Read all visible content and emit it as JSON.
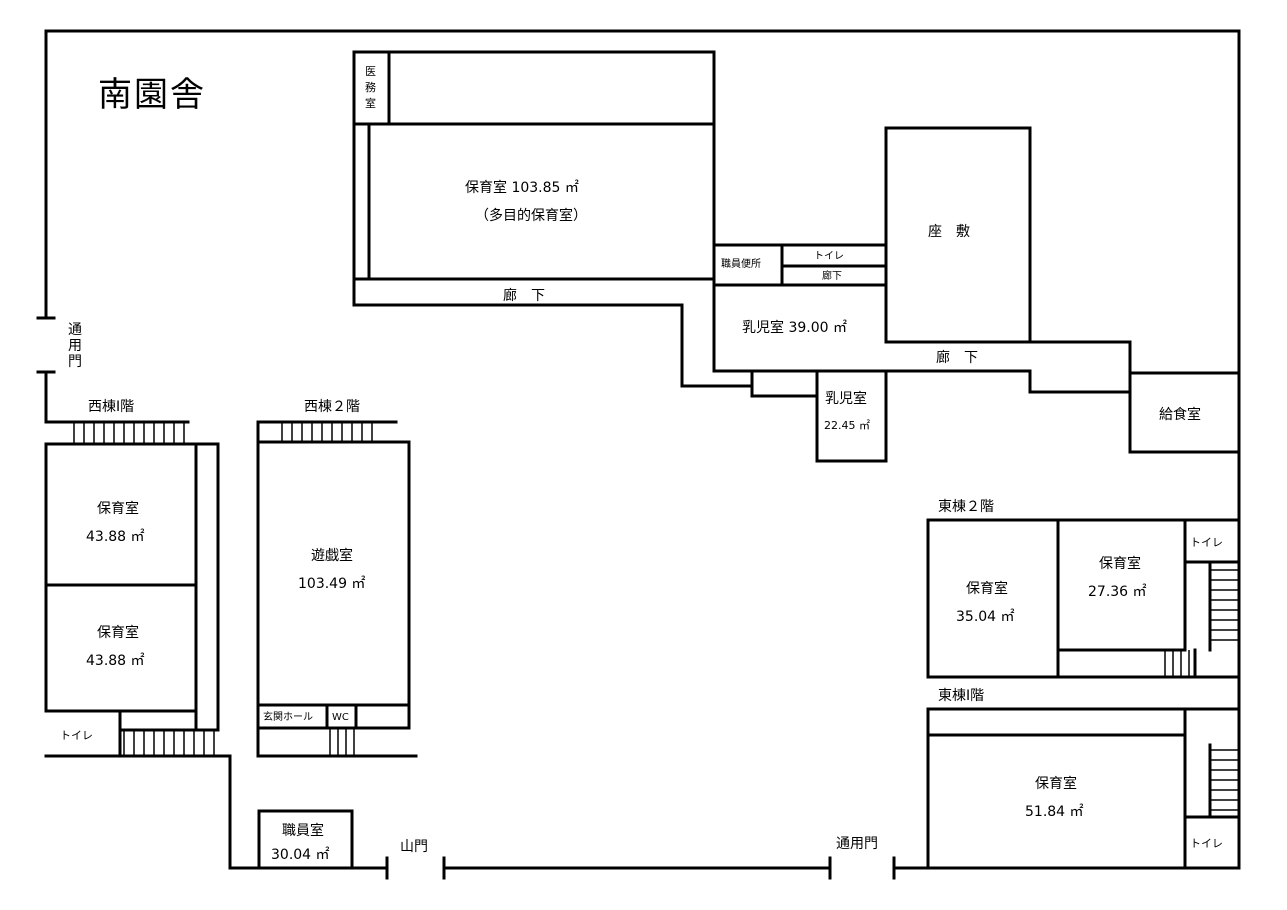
{
  "title": "南園舎",
  "gates": {
    "side_left": [
      "通",
      "用",
      "門"
    ],
    "main": "山門",
    "side_bottom": "通用門"
  },
  "west_building": {
    "floor1_label": "西棟Ⅰ階",
    "floor2_label": "西棟２階",
    "room_upper": {
      "name": "保育室",
      "area": "43.88 ㎡"
    },
    "room_lower": {
      "name": "保育室",
      "area": "43.88 ㎡"
    },
    "toilet": "トイレ",
    "playroom": {
      "name": "遊戯室",
      "area": "103.49 ㎡"
    },
    "entrance_hall": "玄関ホール",
    "wc": "WC",
    "staff_room": {
      "name": "職員室",
      "area": "30.04 ㎡"
    }
  },
  "north_building": {
    "medical_room": [
      "医",
      "務",
      "室"
    ],
    "main_room": {
      "name": "保育室 103.85 ㎡",
      "note": "（多目的保育室）"
    },
    "corridor_1": "廊　下",
    "staff_toilet": "職員便所",
    "toilet_small": "トイレ",
    "corridor_small": "廊下",
    "tatami_room": "座　敷",
    "infant_room_1": "乳児室 39.00 ㎡",
    "corridor_2": "廊　下",
    "infant_room_2": {
      "name": "乳児室",
      "area": "22.45 ㎡"
    },
    "kitchen": "給食室"
  },
  "east_building": {
    "floor2_label": "東棟２階",
    "room_a": {
      "name": "保育室",
      "area": "35.04 ㎡"
    },
    "room_b": {
      "name": "保育室",
      "area": "27.36 ㎡"
    },
    "toilet_top": "トイレ",
    "floor1_label": "東棟Ⅰ階",
    "room_c": {
      "name": "保育室",
      "area": "51.84 ㎡"
    },
    "toilet_bottom": "トイレ"
  }
}
